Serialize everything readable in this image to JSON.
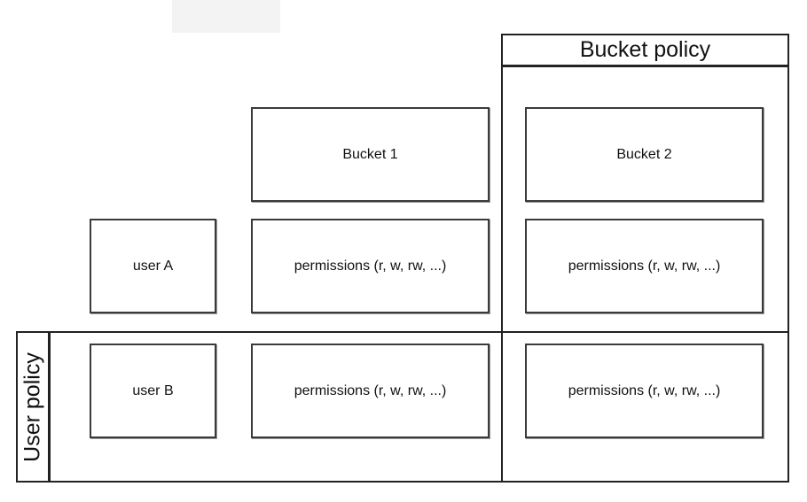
{
  "diagram": {
    "bucket_policy_label": "Bucket policy",
    "user_policy_label": "User policy",
    "buckets": [
      "Bucket 1",
      "Bucket 2"
    ],
    "users": [
      "user A",
      "user B"
    ],
    "permission_cells": [
      [
        "permissions (r, w, rw, ...)",
        "permissions (r, w, rw, ...)"
      ],
      [
        "permissions (r, w, rw, ...)",
        "permissions (r, w, rw, ...)"
      ]
    ]
  }
}
